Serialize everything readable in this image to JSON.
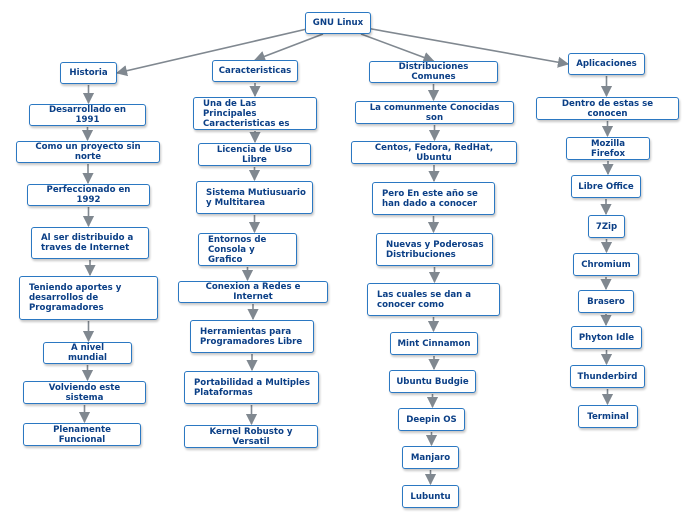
{
  "colors": {
    "node_border": "#2b78c2",
    "node_text": "#0b3f86",
    "connector": "#808890"
  },
  "mindmap": {
    "root": {
      "label": "GNU Linux"
    },
    "branches": [
      {
        "label": "Historia",
        "items": [
          "Desarrollado en 1991",
          "Como un proyecto sin norte",
          "Perfeccionado en 1992",
          "Al ser distribuido a\ntraves de Internet",
          "Teniendo aportes y\ndesarrollos de\nProgramadores",
          "A nivel mundial",
          "Volviendo este sistema",
          "Plenamente Funcional"
        ]
      },
      {
        "label": "Caracteristicas",
        "items": [
          "Una de Las Principales\nCaracteristicas es",
          "Licencia de Uso Libre",
          "Sistema Mutiusuario\ny Multitarea",
          "Entornos de\nConsola y Grafico",
          "Conexion a Redes e Internet",
          "Herramientas para\nProgramadores Libre",
          "Portabilidad a Multiples\nPlataformas",
          "Kernel Robusto y Versatil"
        ]
      },
      {
        "label": "Distribuciones Comunes",
        "items": [
          "La comunmente Conocidas son",
          "Centos, Fedora, RedHat, Ubuntu",
          "Pero En este año se\nhan dado a conocer",
          "Nuevas y Poderosas\nDistribuciones",
          "Las cuales se dan a\nconocer como",
          "Mint Cinnamon",
          "Ubuntu Budgie",
          "Deepin OS",
          "Manjaro",
          "Lubuntu"
        ]
      },
      {
        "label": "Aplicaciones",
        "items": [
          "Dentro de estas se conocen",
          "Mozilla Firefox",
          "Libre Office",
          "7Zip",
          "Chromium",
          "Brasero",
          "Phyton Idle",
          "Thunderbird",
          "Terminal"
        ]
      }
    ]
  }
}
